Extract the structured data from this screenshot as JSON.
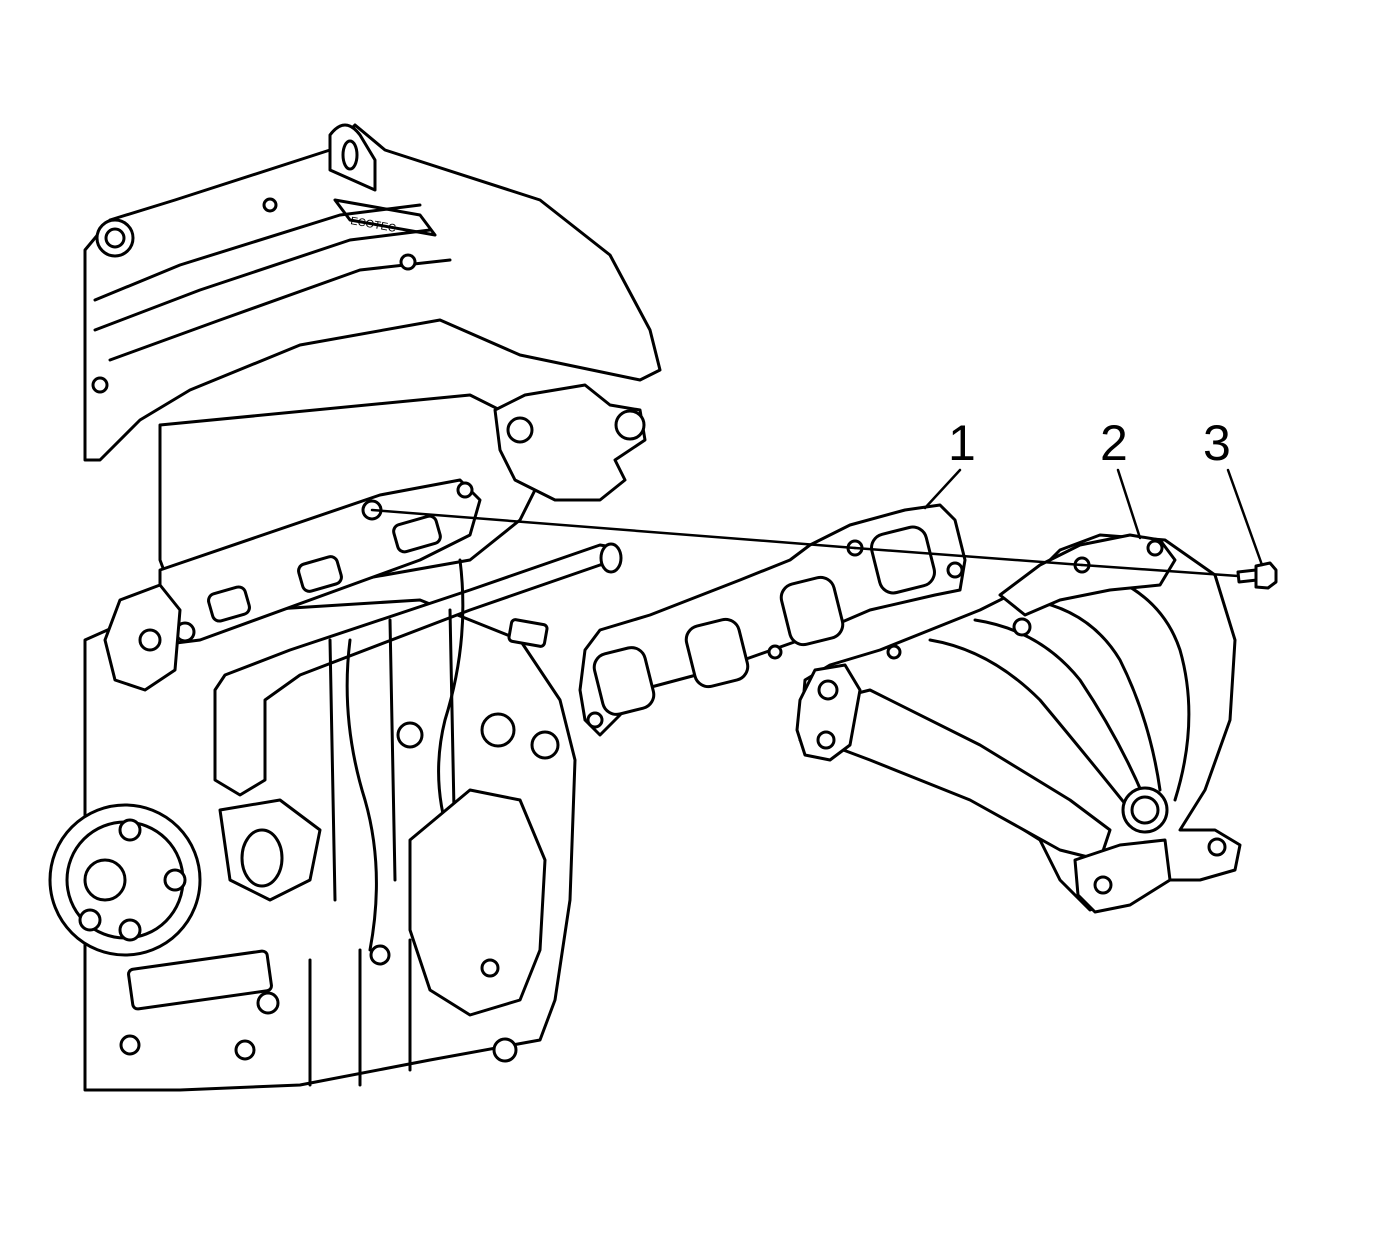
{
  "callouts": [
    {
      "label": "1"
    },
    {
      "label": "2"
    },
    {
      "label": "3"
    }
  ],
  "engine_logo_text": "ECOTEC",
  "colors": {
    "line": "#000000",
    "background": "#ffffff",
    "fill": "#ffffff"
  }
}
